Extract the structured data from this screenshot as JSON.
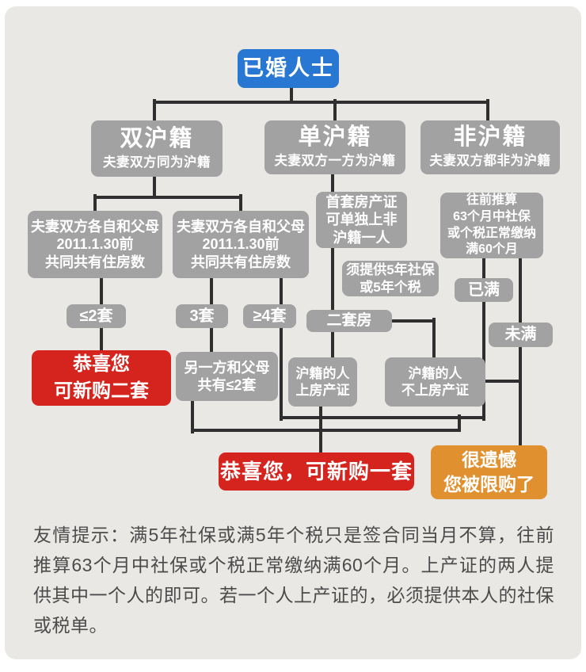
{
  "colors": {
    "page_background": "#eae8e5",
    "root_blue": "#2877d2",
    "node_gray": "#a2a2a2",
    "success_red": "#d5231d",
    "warning_orange": "#e0902f",
    "connector_line": "#2f2f2f",
    "footer_text": "#4b4b4b"
  },
  "flowchart": {
    "root": "已婚人士",
    "headers": {
      "dual": {
        "title": "双沪籍",
        "subtitle": "夫妻双方同为沪籍"
      },
      "single": {
        "title": "单沪籍",
        "subtitle": "夫妻双方一方为沪籍"
      },
      "non": {
        "title": "非沪籍",
        "subtitle": "夫妻双方都非为沪籍"
      }
    },
    "nodes": {
      "couple_left": "夫妻双方各自和父母\n2011.1.30前\n共同共有住房数",
      "couple_right": "夫妻双方各自和父母\n2011.1.30前\n共同共有住房数",
      "le2_units": "≤2套",
      "three_units": "3套",
      "ge4_units": "≥4套",
      "congrats_two": "恭喜您\n可新购二套",
      "other_side_le2": "另一方和父母\n共有≤2套",
      "first_cert": "首套房产证\n可单独上非\n沪籍一人",
      "need_5yr": "须提供5年社保\n或5年个税",
      "second_home": "二套房",
      "on_cert": "沪籍的人\n上房产证",
      "not_on_cert": "沪籍的人\n不上房产证",
      "calc_back": "往前推算\n63个月中社保\n或个税正常缴纳\n满60个月",
      "met": "已满",
      "not_met": "未满",
      "congrats_one": "恭喜您，可新购一套",
      "restricted": "很遗憾\n您被限购了"
    }
  },
  "footer": {
    "note": "友情提示：满5年社保或满5年个税只是签合同当月不算，往前推算63个月中社保或个税正常缴纳满60个月。上产证的两人提供其中一个人的即可。若一个人上产证的，必须提供本人的社保或税单。"
  }
}
